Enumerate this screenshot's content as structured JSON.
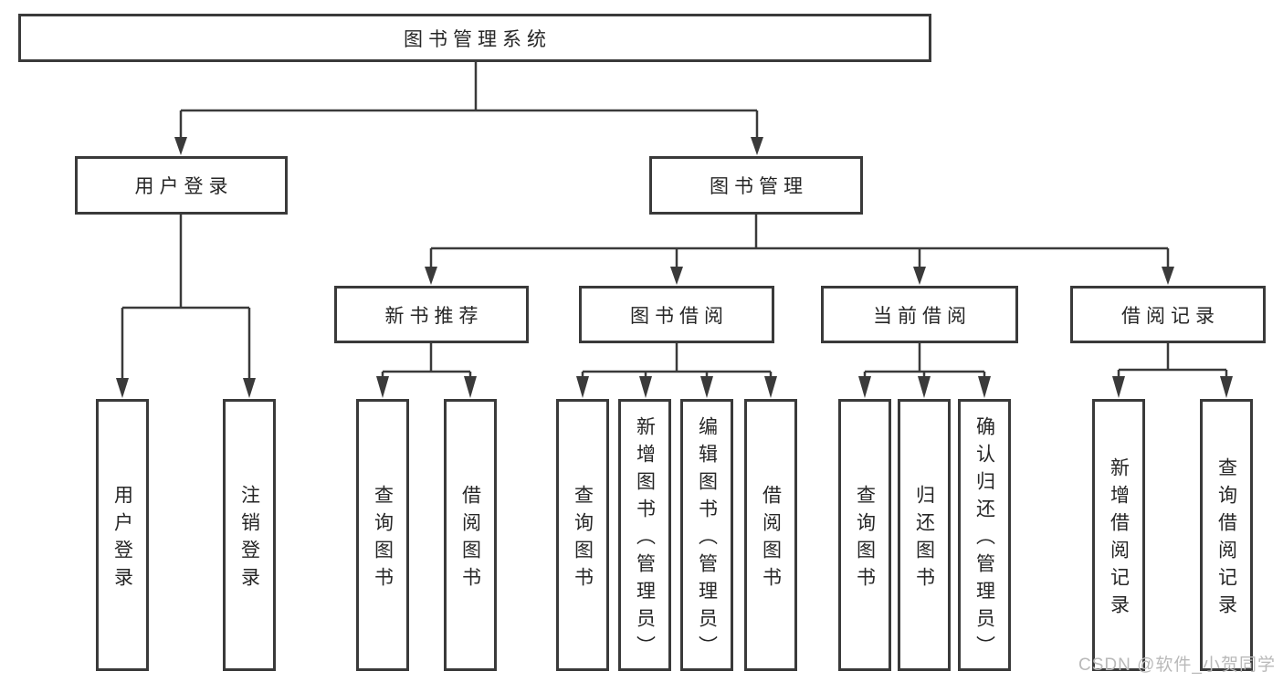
{
  "diagram": {
    "root": {
      "label": "图书管理系统"
    },
    "level2": [
      {
        "label": "用户登录"
      },
      {
        "label": "图书管理"
      }
    ],
    "level3": [
      {
        "label": "新书推荐"
      },
      {
        "label": "图书借阅"
      },
      {
        "label": "当前借阅"
      },
      {
        "label": "借阅记录"
      }
    ],
    "leaves": {
      "user_login": [
        {
          "label": "用户登录"
        },
        {
          "label": "注销登录"
        }
      ],
      "new_book": [
        {
          "label": "查询图书"
        },
        {
          "label": "借阅图书"
        }
      ],
      "book_borrow": [
        {
          "label": "查询图书"
        },
        {
          "label": "新增图书（管理员）"
        },
        {
          "label": "编辑图书（管理员）"
        },
        {
          "label": "借阅图书"
        }
      ],
      "current_borrow": [
        {
          "label": "查询图书"
        },
        {
          "label": "归还图书"
        },
        {
          "label": "确认归还（管理员）"
        }
      ],
      "borrow_record": [
        {
          "label": "新增借阅记录"
        },
        {
          "label": "查询借阅记录"
        }
      ]
    }
  },
  "watermark": {
    "text": "CSDN @软件_小贺同学"
  },
  "colors": {
    "line": "#3a3a3a",
    "border": "#3a3a3a",
    "text": "#262626",
    "watermark": "#b9b9b9",
    "background": "#ffffff"
  }
}
